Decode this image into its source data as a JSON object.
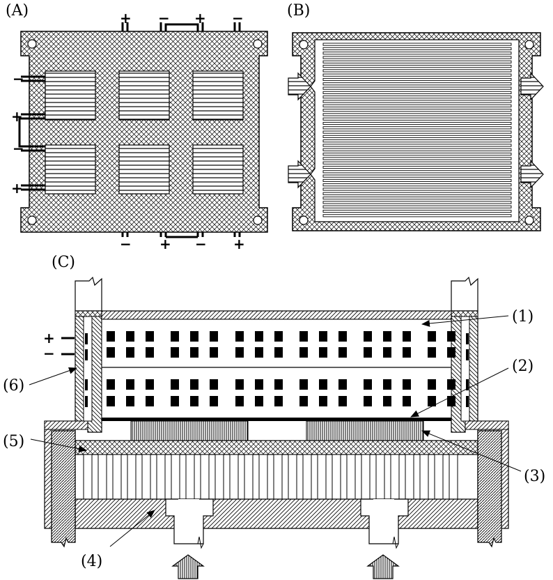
{
  "panels": {
    "a": {
      "label": "(A)"
    },
    "b": {
      "label": "(B)"
    },
    "c": {
      "label": "(C)"
    }
  },
  "terminals": {
    "plus": "+",
    "minus": "−"
  },
  "callouts": [
    "(1)",
    "(2)",
    "(3)",
    "(4)",
    "(5)",
    "(6)"
  ]
}
